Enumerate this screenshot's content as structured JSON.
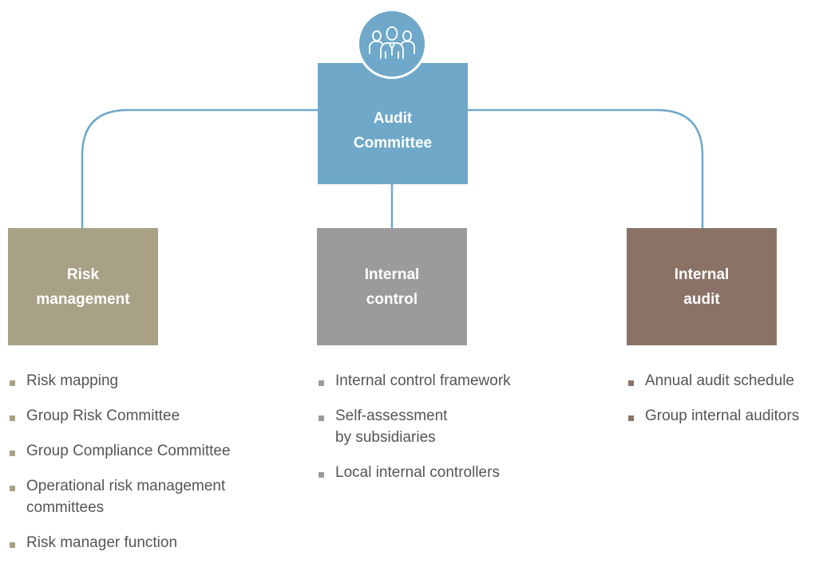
{
  "colors": {
    "connector": "#6fa8c8",
    "audit_committee": "#6fa8c8",
    "risk_management": "#a8a186",
    "internal_control": "#9b9b9b",
    "internal_audit": "#8b7266",
    "text": "#555555"
  },
  "top_icon": {
    "icon": "people-group-icon"
  },
  "audit_committee": {
    "label": "Audit\nCommittee"
  },
  "branches": [
    {
      "key": "risk-management",
      "label": "Risk\nmanagement",
      "items": [
        "Risk mapping",
        "Group Risk Committee",
        "Group Compliance Committee",
        "Operational risk management\ncommittees",
        "Risk manager function"
      ]
    },
    {
      "key": "internal-control",
      "label": "Internal\ncontrol",
      "items": [
        "Internal control framework",
        "Self-assessment\nby subsidiaries",
        "Local internal controllers"
      ]
    },
    {
      "key": "internal-audit",
      "label": "Internal\naudit",
      "items": [
        "Annual audit schedule",
        "Group internal auditors"
      ]
    }
  ]
}
